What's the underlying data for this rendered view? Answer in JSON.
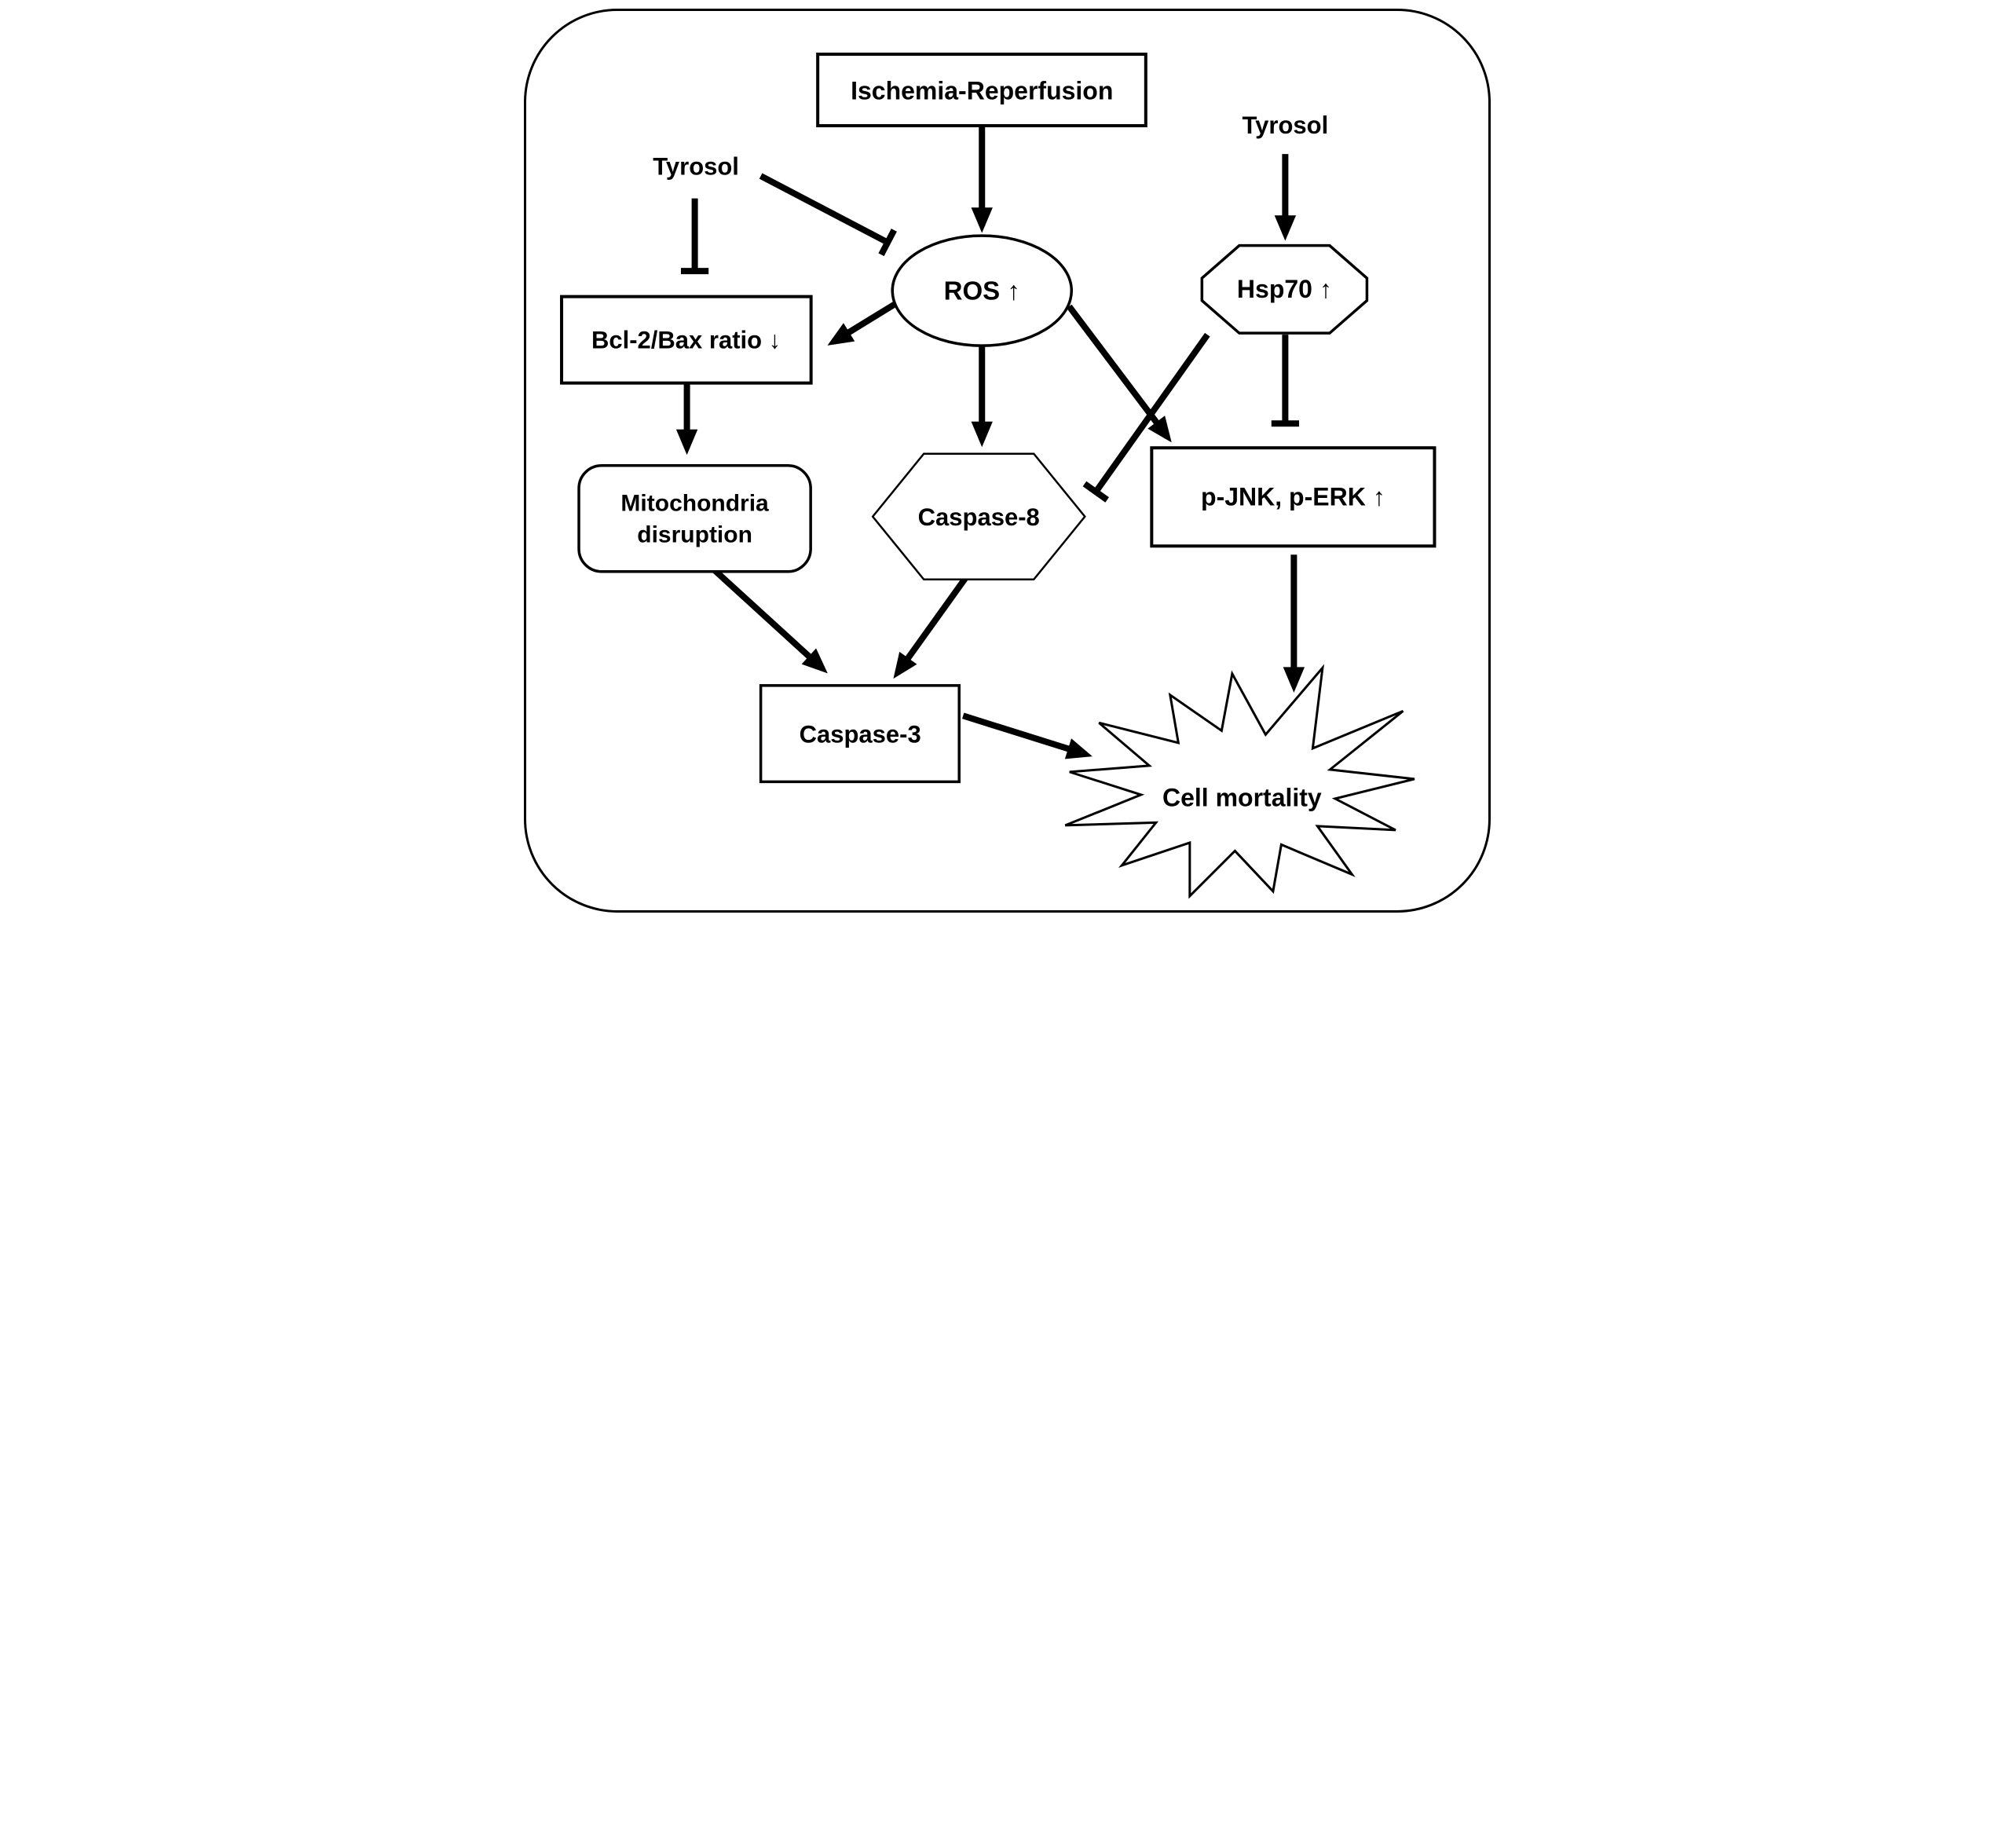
{
  "page": {
    "background_color": "#ffffff",
    "ink_color": "#000000"
  },
  "diagram": {
    "nodes": {
      "ischemia": {
        "label": "Ischemia-Reperfusion",
        "shape": "rectangle"
      },
      "tyrosol_left": {
        "label": "Tyrosol",
        "shape": "text"
      },
      "tyrosol_right": {
        "label": "Tyrosol",
        "shape": "text"
      },
      "ros": {
        "label": "ROS ↑",
        "shape": "ellipse"
      },
      "hsp70": {
        "label": "Hsp70 ↑",
        "shape": "octagon"
      },
      "bcl2_bax": {
        "label": "Bcl-2/Bax ratio ↓",
        "shape": "rectangle"
      },
      "mitochondria": {
        "line1": "Mitochondria",
        "line2": "disruption",
        "shape": "rounded-rectangle"
      },
      "caspase8": {
        "label": "Caspase-8",
        "shape": "hexagon"
      },
      "pjnk_perk": {
        "label": "p-JNK, p-ERK ↑",
        "shape": "rectangle"
      },
      "caspase3": {
        "label": "Caspase-3",
        "shape": "rectangle"
      },
      "cell_mortality": {
        "label": "Cell mortality",
        "shape": "starburst"
      }
    },
    "edges": [
      {
        "from": "Ischemia-Reperfusion",
        "to": "ROS",
        "type": "arrow"
      },
      {
        "from": "Tyrosol (left)",
        "to": "Bcl-2/Bax ratio",
        "type": "inhibition"
      },
      {
        "from": "Tyrosol (left)",
        "to": "ROS",
        "type": "inhibition"
      },
      {
        "from": "ROS",
        "to": "Bcl-2/Bax ratio",
        "type": "arrow"
      },
      {
        "from": "ROS",
        "to": "Caspase-8",
        "type": "arrow"
      },
      {
        "from": "ROS",
        "to": "p-JNK, p-ERK",
        "type": "arrow"
      },
      {
        "from": "Tyrosol (right)",
        "to": "Hsp70",
        "type": "arrow"
      },
      {
        "from": "Hsp70",
        "to": "Caspase-8",
        "type": "inhibition"
      },
      {
        "from": "Hsp70",
        "to": "p-JNK, p-ERK",
        "type": "inhibition"
      },
      {
        "from": "Bcl-2/Bax ratio",
        "to": "Mitochondria disruption",
        "type": "arrow"
      },
      {
        "from": "Mitochondria disruption",
        "to": "Caspase-3",
        "type": "arrow"
      },
      {
        "from": "Caspase-8",
        "to": "Caspase-3",
        "type": "arrow"
      },
      {
        "from": "Caspase-3",
        "to": "Cell mortality",
        "type": "arrow"
      },
      {
        "from": "p-JNK, p-ERK",
        "to": "Cell mortality",
        "type": "arrow"
      }
    ]
  }
}
